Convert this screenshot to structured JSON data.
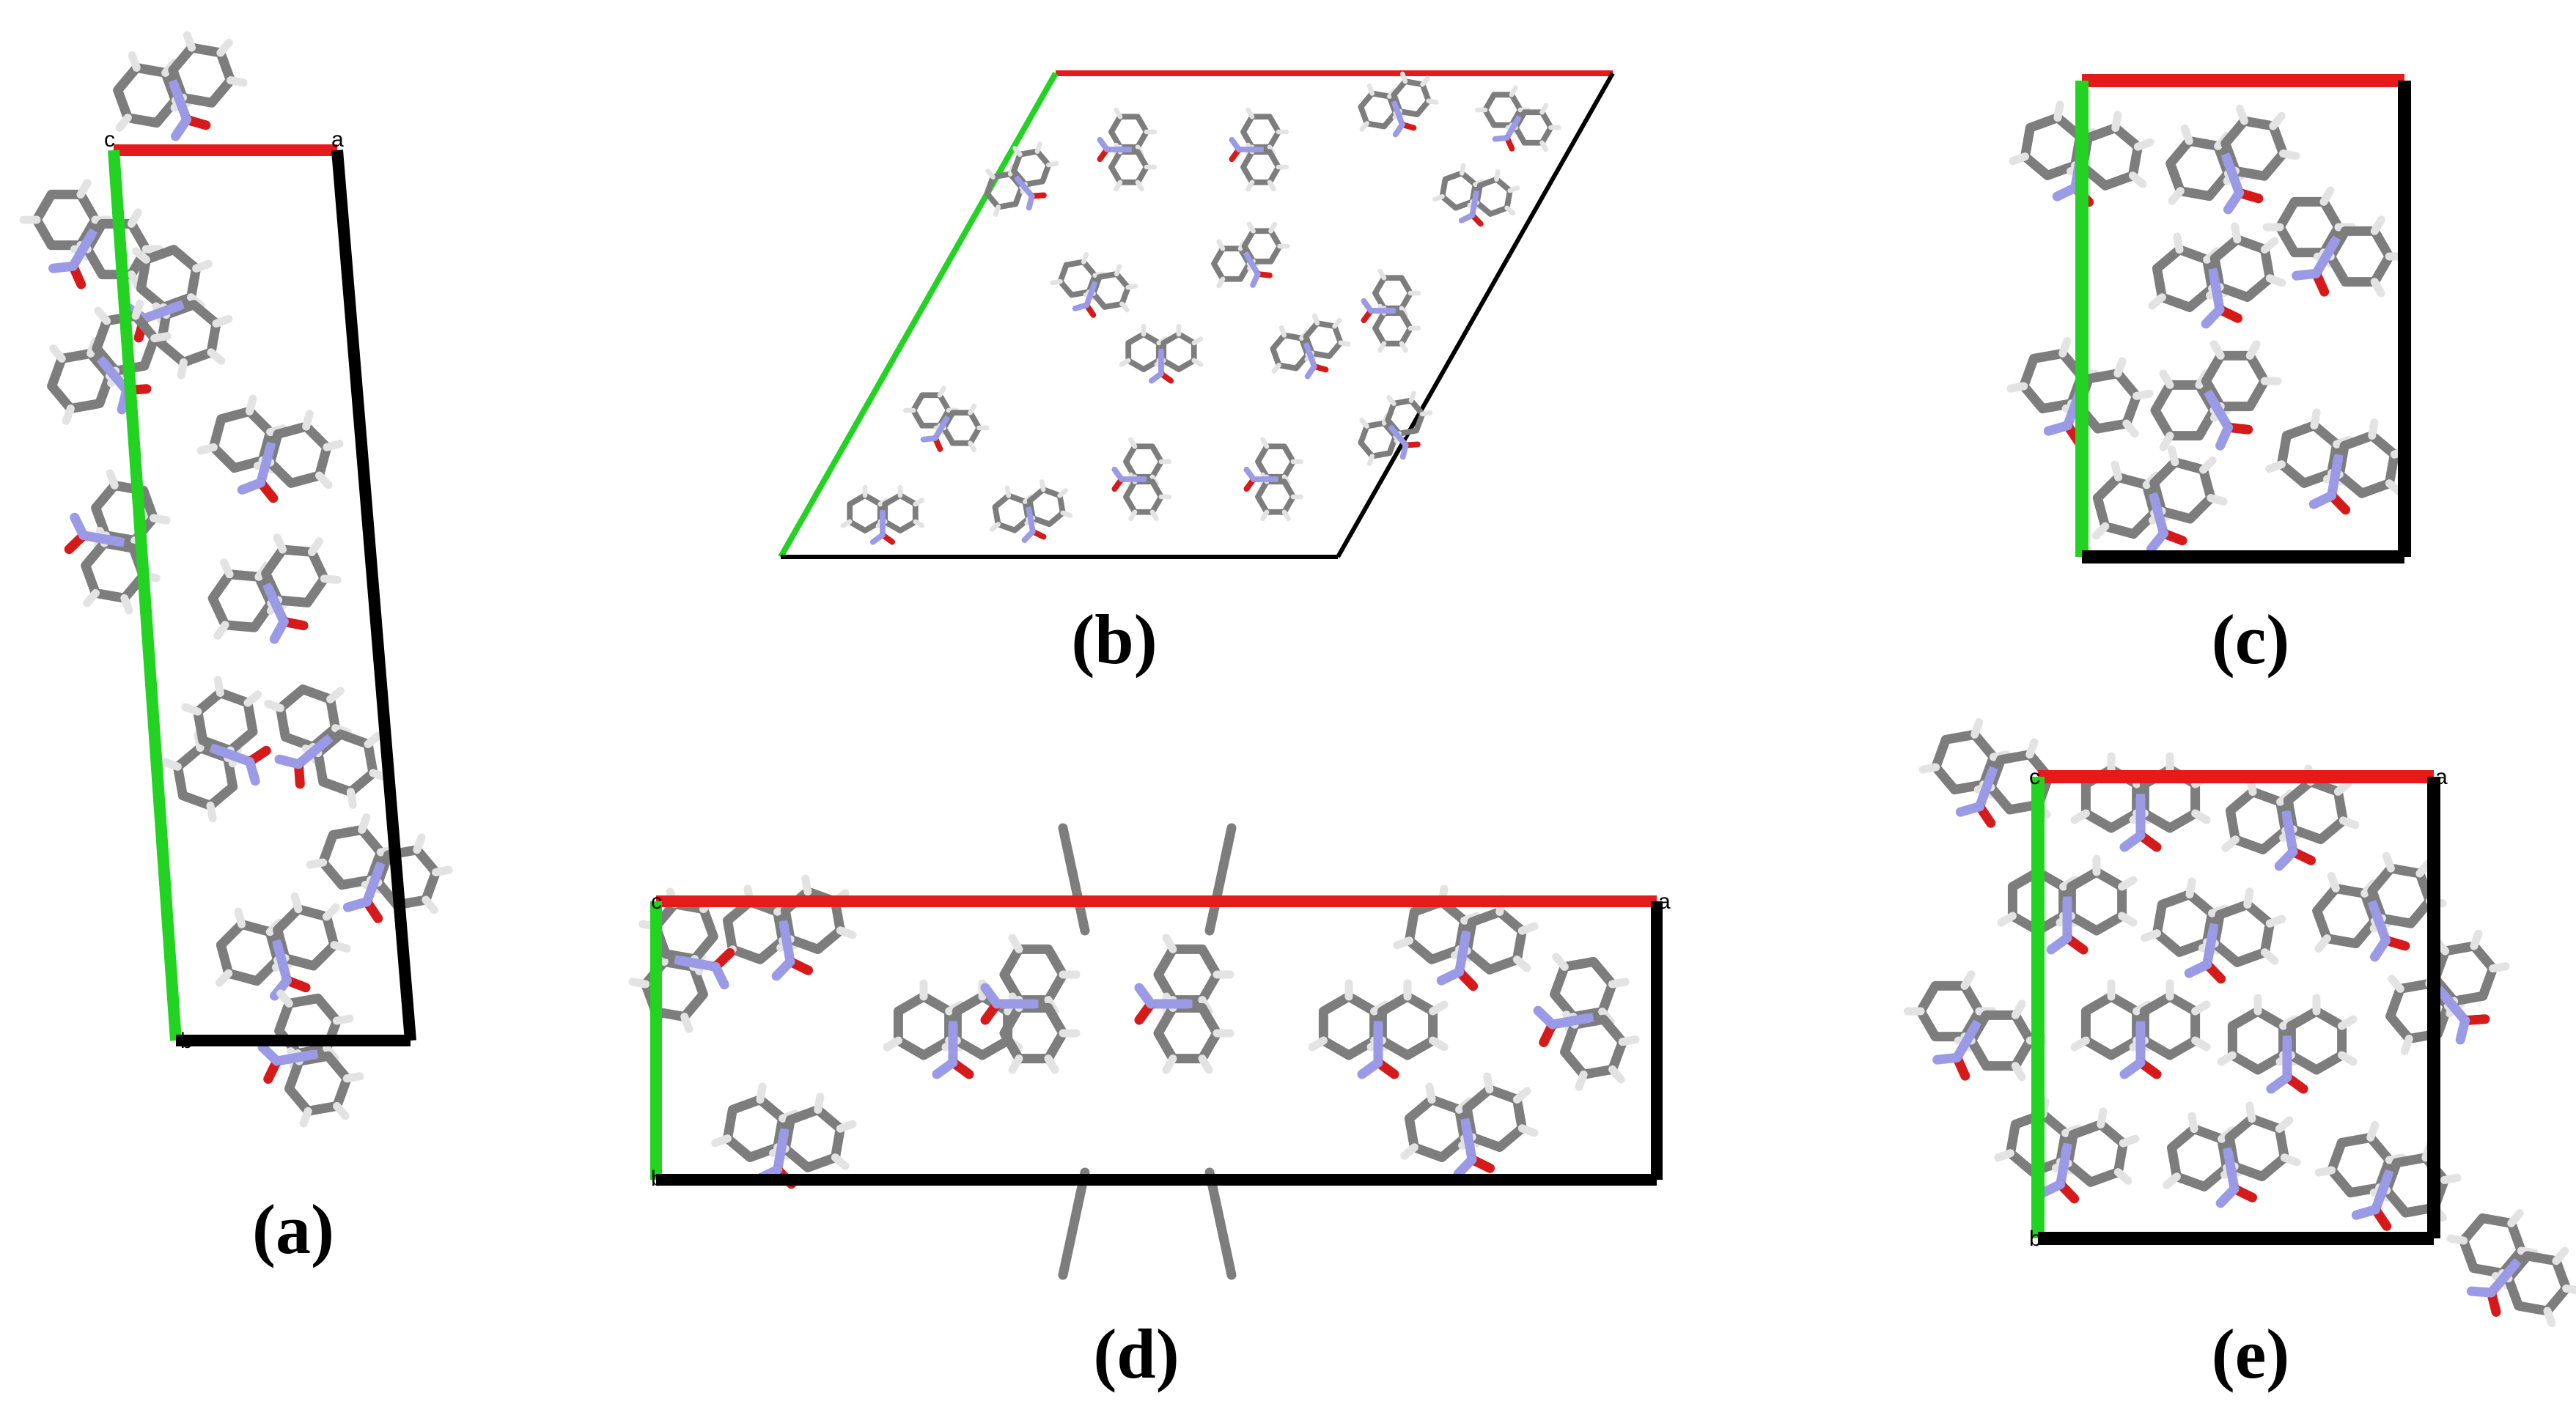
{
  "figure": {
    "panels": [
      {
        "id": "a",
        "label": "(a)",
        "axes": {
          "origin": "c",
          "a_end": "a",
          "b_end": "b"
        }
      },
      {
        "id": "b",
        "label": "(b)",
        "axes": {
          "origin": "",
          "a_end": "",
          "b_end": ""
        }
      },
      {
        "id": "c",
        "label": "(c)",
        "axes": {
          "origin": "",
          "a_end": "",
          "b_end": ""
        }
      },
      {
        "id": "d",
        "label": "(d)",
        "axes": {
          "origin": "c",
          "a_end": "a",
          "b_end": "b"
        }
      },
      {
        "id": "e",
        "label": "(e)",
        "axes": {
          "origin": "c",
          "a_end": "a",
          "b_end": "b"
        }
      }
    ],
    "colors": {
      "a_axis": "#e31b1b",
      "b_axis": "#22d322",
      "cell_edge": "#000000",
      "carbon": "#808080",
      "hydrogen": "#e8e8e8",
      "nitrogen": "#9a9ae6",
      "oxygen": "#d61a1a"
    },
    "icons": [
      "molecule-stick-model"
    ]
  }
}
